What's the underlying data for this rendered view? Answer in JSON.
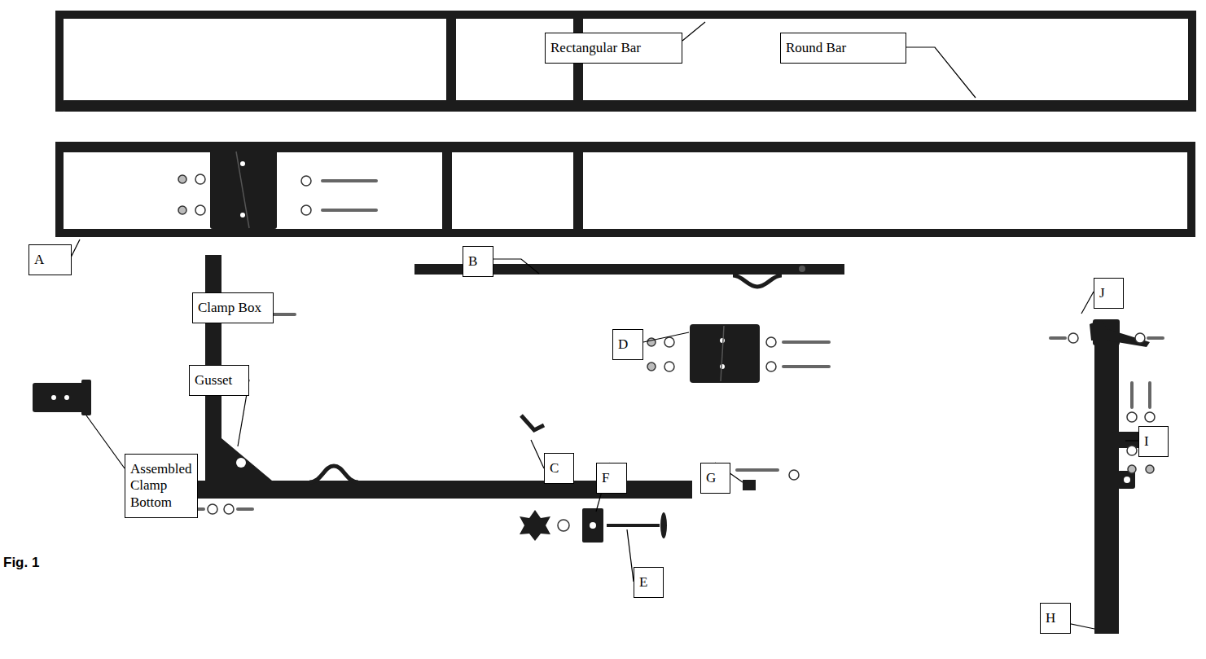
{
  "diagram": {
    "nodes": [
      {
        "text": [
          "Rectangular Bar"
        ]
      },
      {
        "text": [
          "Round Bar"
        ]
      },
      {
        "text": [
          "A"
        ]
      },
      {
        "text": [
          "Clamp Box"
        ]
      },
      {
        "text": [
          "B"
        ]
      },
      {
        "text": [
          "D"
        ]
      },
      {
        "text": [
          "J"
        ]
      },
      {
        "text": [
          "Gusset"
        ]
      },
      {
        "text": [
          "I"
        ]
      },
      {
        "text": [
          "C"
        ]
      },
      {
        "text": [
          "F"
        ]
      },
      {
        "text": [
          "G"
        ]
      },
      {
        "text": [
          "Assembled Clamp Bottom"
        ]
      },
      {
        "text": [
          "E"
        ]
      },
      {
        "text": [
          "H"
        ]
      }
    ],
    "labels": [
      "Fig. 1"
    ]
  }
}
